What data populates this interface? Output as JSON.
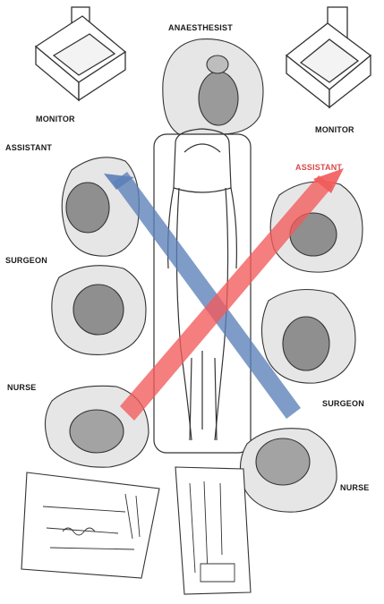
{
  "labels": {
    "anaesthesist": "ANAESTHESIST",
    "monitor_left": "MONITOR",
    "monitor_right": "MONITOR",
    "assistant_left": "ASSISTANT",
    "assistant_right": "ASSISTANT",
    "surgeon_left": "SURGEON",
    "surgeon_right": "SURGEON",
    "nurse_left": "NURSE",
    "nurse_right": "NURSE"
  },
  "colors": {
    "red_arrow": "#f25a5a",
    "blue_arrow": "#5b80b8",
    "head_gray": "#9a9a9a",
    "gown_gray": "#e6e6e6",
    "line": "#333333"
  }
}
